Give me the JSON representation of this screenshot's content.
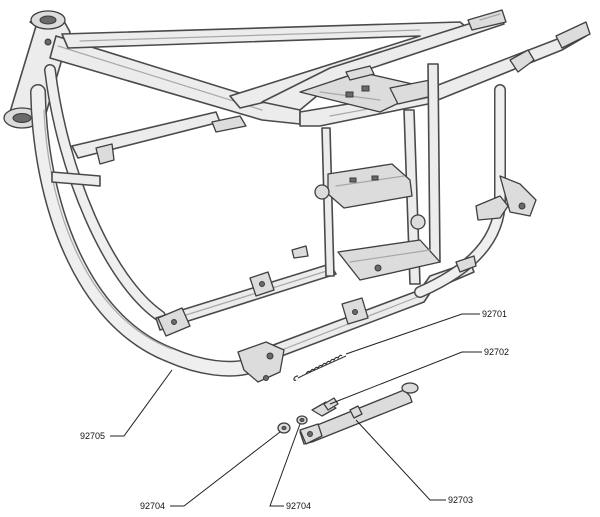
{
  "callouts": [
    {
      "id": "92701",
      "label": "92701"
    },
    {
      "id": "92702",
      "label": "92702"
    },
    {
      "id": "92703",
      "label": "92703"
    },
    {
      "id": "92704a",
      "label": "92704"
    },
    {
      "id": "92704b",
      "label": "92704"
    },
    {
      "id": "92705",
      "label": "92705"
    }
  ]
}
